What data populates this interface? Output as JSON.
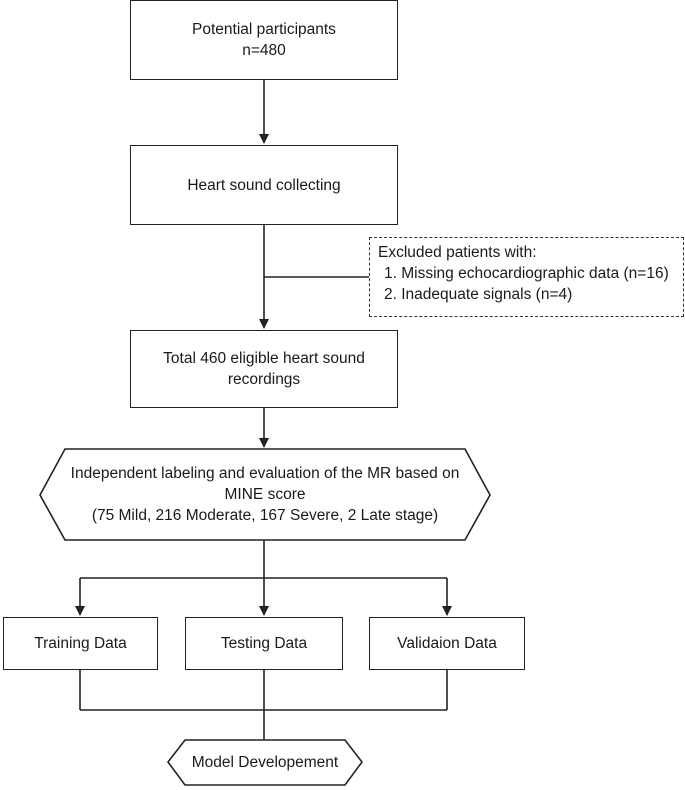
{
  "nodes": {
    "potential": {
      "line1": "Potential participants",
      "line2": "n=480"
    },
    "collecting": {
      "label": "Heart sound collecting"
    },
    "excluded": {
      "title": "Excluded patients with:",
      "items": [
        "1. Missing echocardiographic data (n=16)",
        "2. Inadequate signals (n=4)"
      ]
    },
    "eligible": {
      "line1": "Total 460 eligible heart sound",
      "line2": "recordings"
    },
    "labeling": {
      "line1": "Independent labeling and evaluation of the MR based on",
      "line2": "MINE score",
      "line3": "(75 Mild, 216 Moderate, 167 Severe, 2 Late stage)"
    },
    "training": {
      "label": "Training Data"
    },
    "testing": {
      "label": "Testing Data"
    },
    "validation": {
      "label": "Validaion Data"
    },
    "model": {
      "label": "Model Developement"
    }
  }
}
